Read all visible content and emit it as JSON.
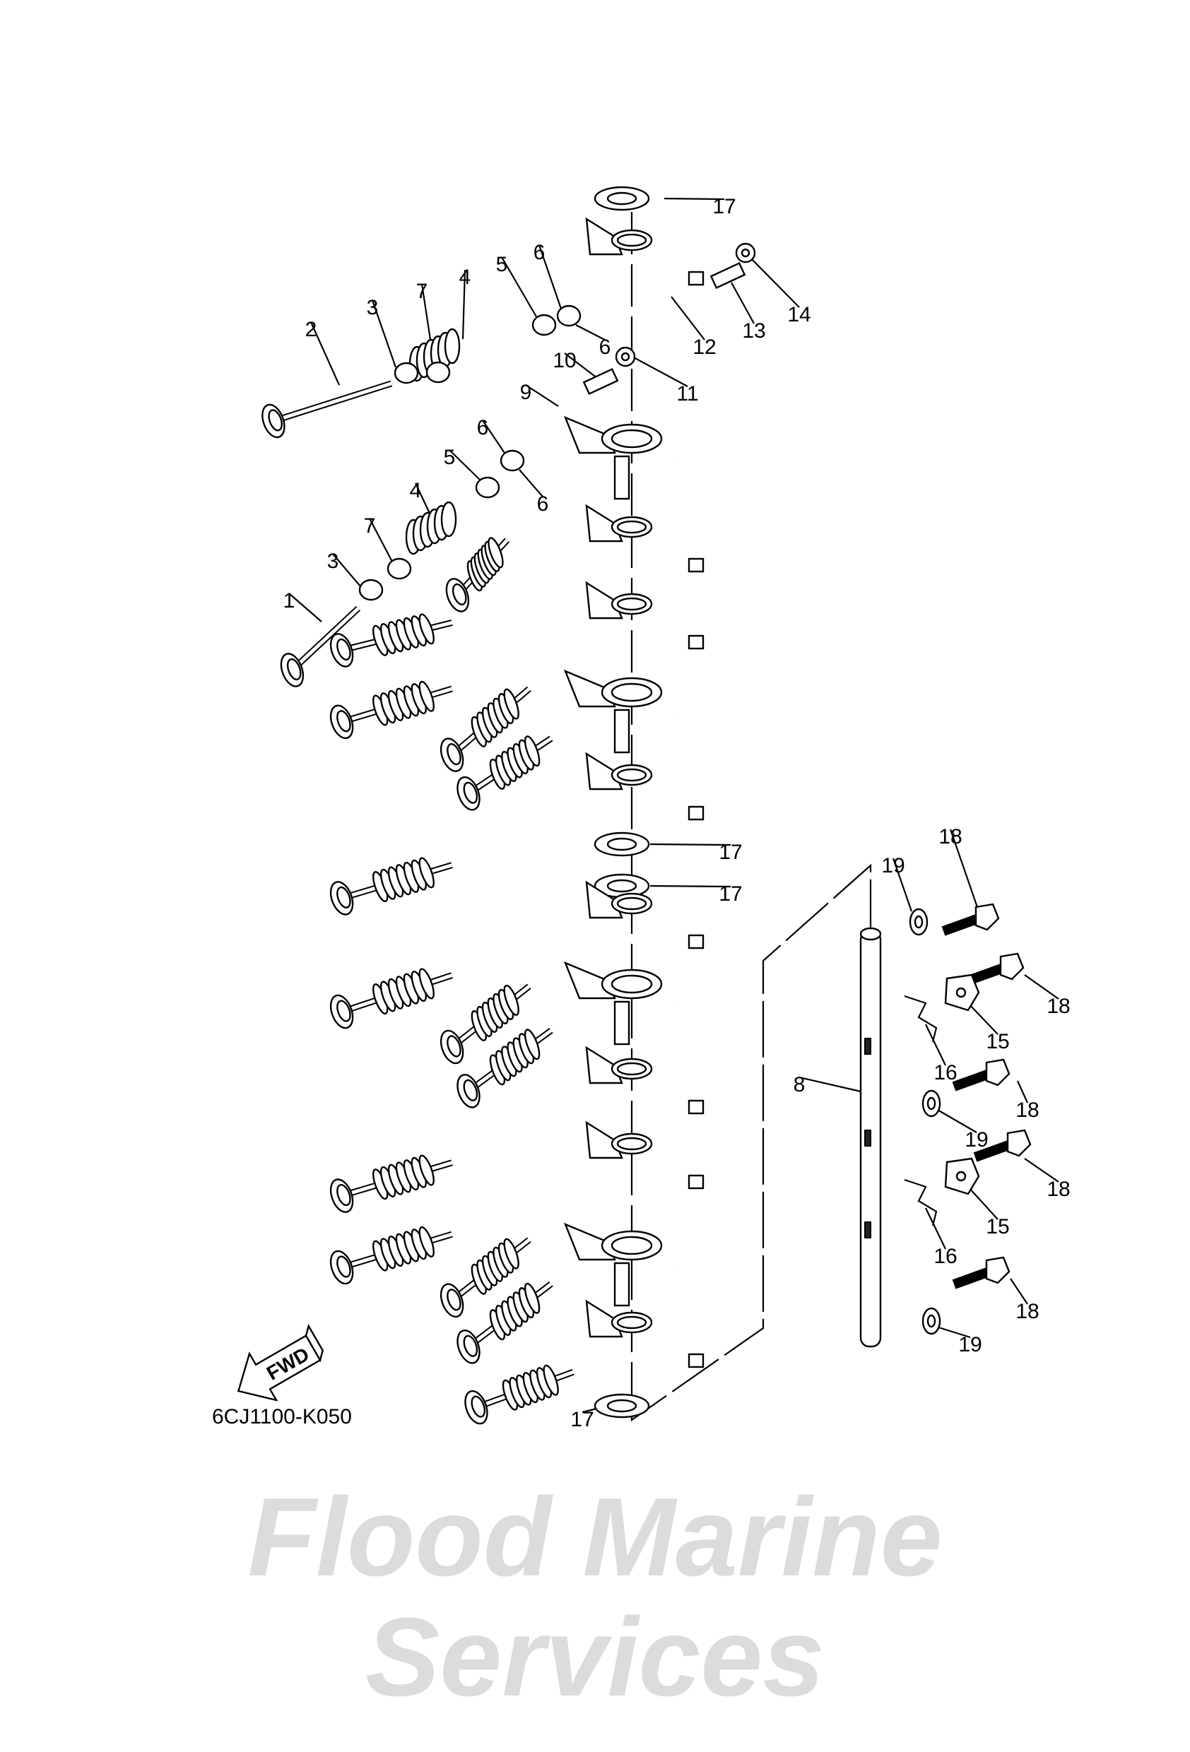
{
  "watermark": "Flood Marine Services",
  "diagram_code": "6CJ1100-K050",
  "fwd_label": "FWD",
  "callouts": [
    "17",
    "6",
    "5",
    "4",
    "7",
    "3",
    "2",
    "12",
    "13",
    "14",
    "6",
    "10",
    "11",
    "9",
    "6",
    "5",
    "6",
    "4",
    "7",
    "3",
    "1",
    "17",
    "17",
    "18",
    "19",
    "18",
    "15",
    "16",
    "8",
    "18",
    "19",
    "18",
    "15",
    "16",
    "18",
    "19",
    "17"
  ]
}
